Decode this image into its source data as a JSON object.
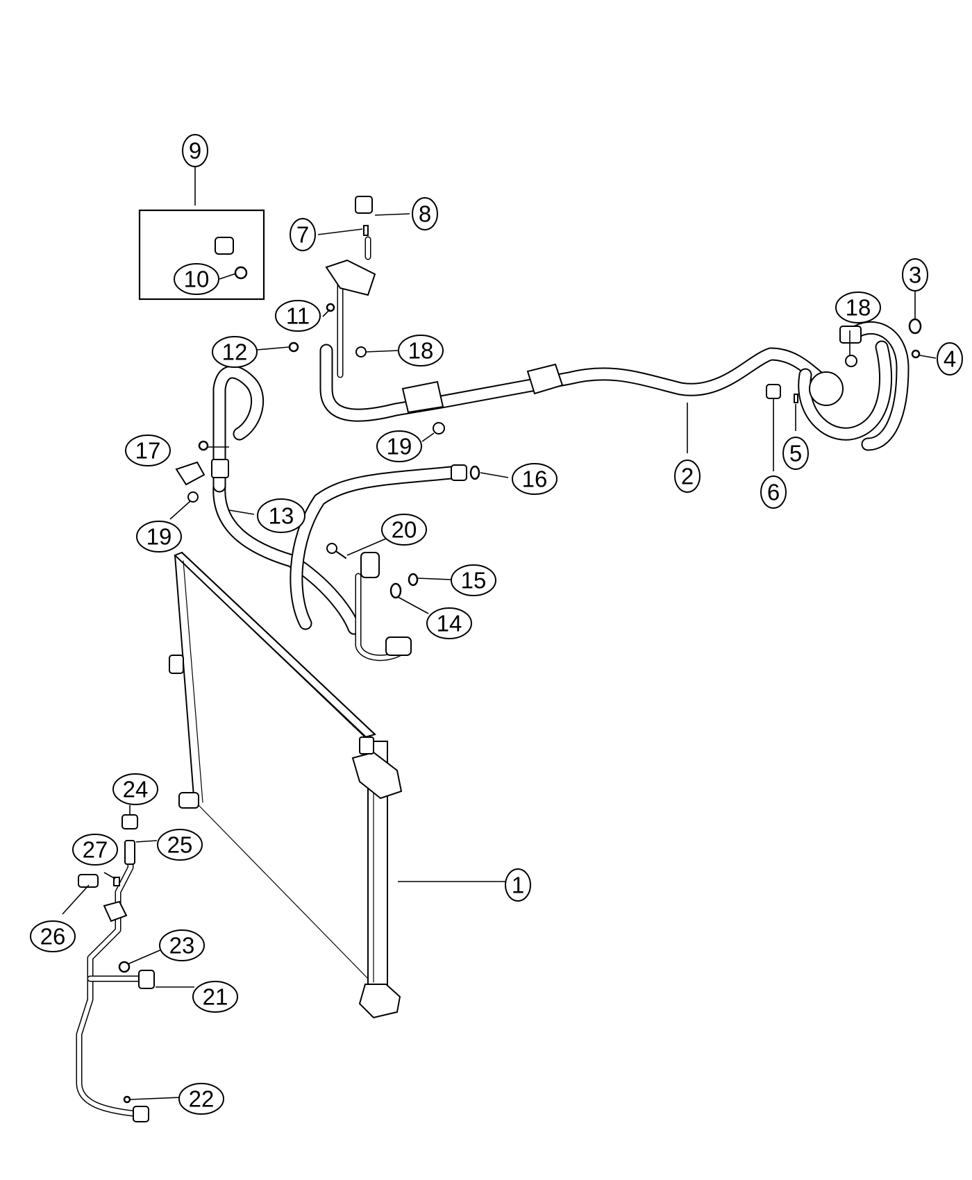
{
  "callouts": {
    "c1": "1",
    "c2": "2",
    "c3": "3",
    "c4": "4",
    "c5": "5",
    "c6": "6",
    "c7": "7",
    "c8": "8",
    "c9": "9",
    "c10": "10",
    "c11": "11",
    "c12": "12",
    "c13": "13",
    "c14": "14",
    "c15": "15",
    "c16": "16",
    "c17": "17",
    "c18a": "18",
    "c18b": "18",
    "c19a": "19",
    "c19b": "19",
    "c20": "20",
    "c21": "21",
    "c22": "22",
    "c23": "23",
    "c24": "24",
    "c25": "25",
    "c26": "26",
    "c27": "27"
  }
}
